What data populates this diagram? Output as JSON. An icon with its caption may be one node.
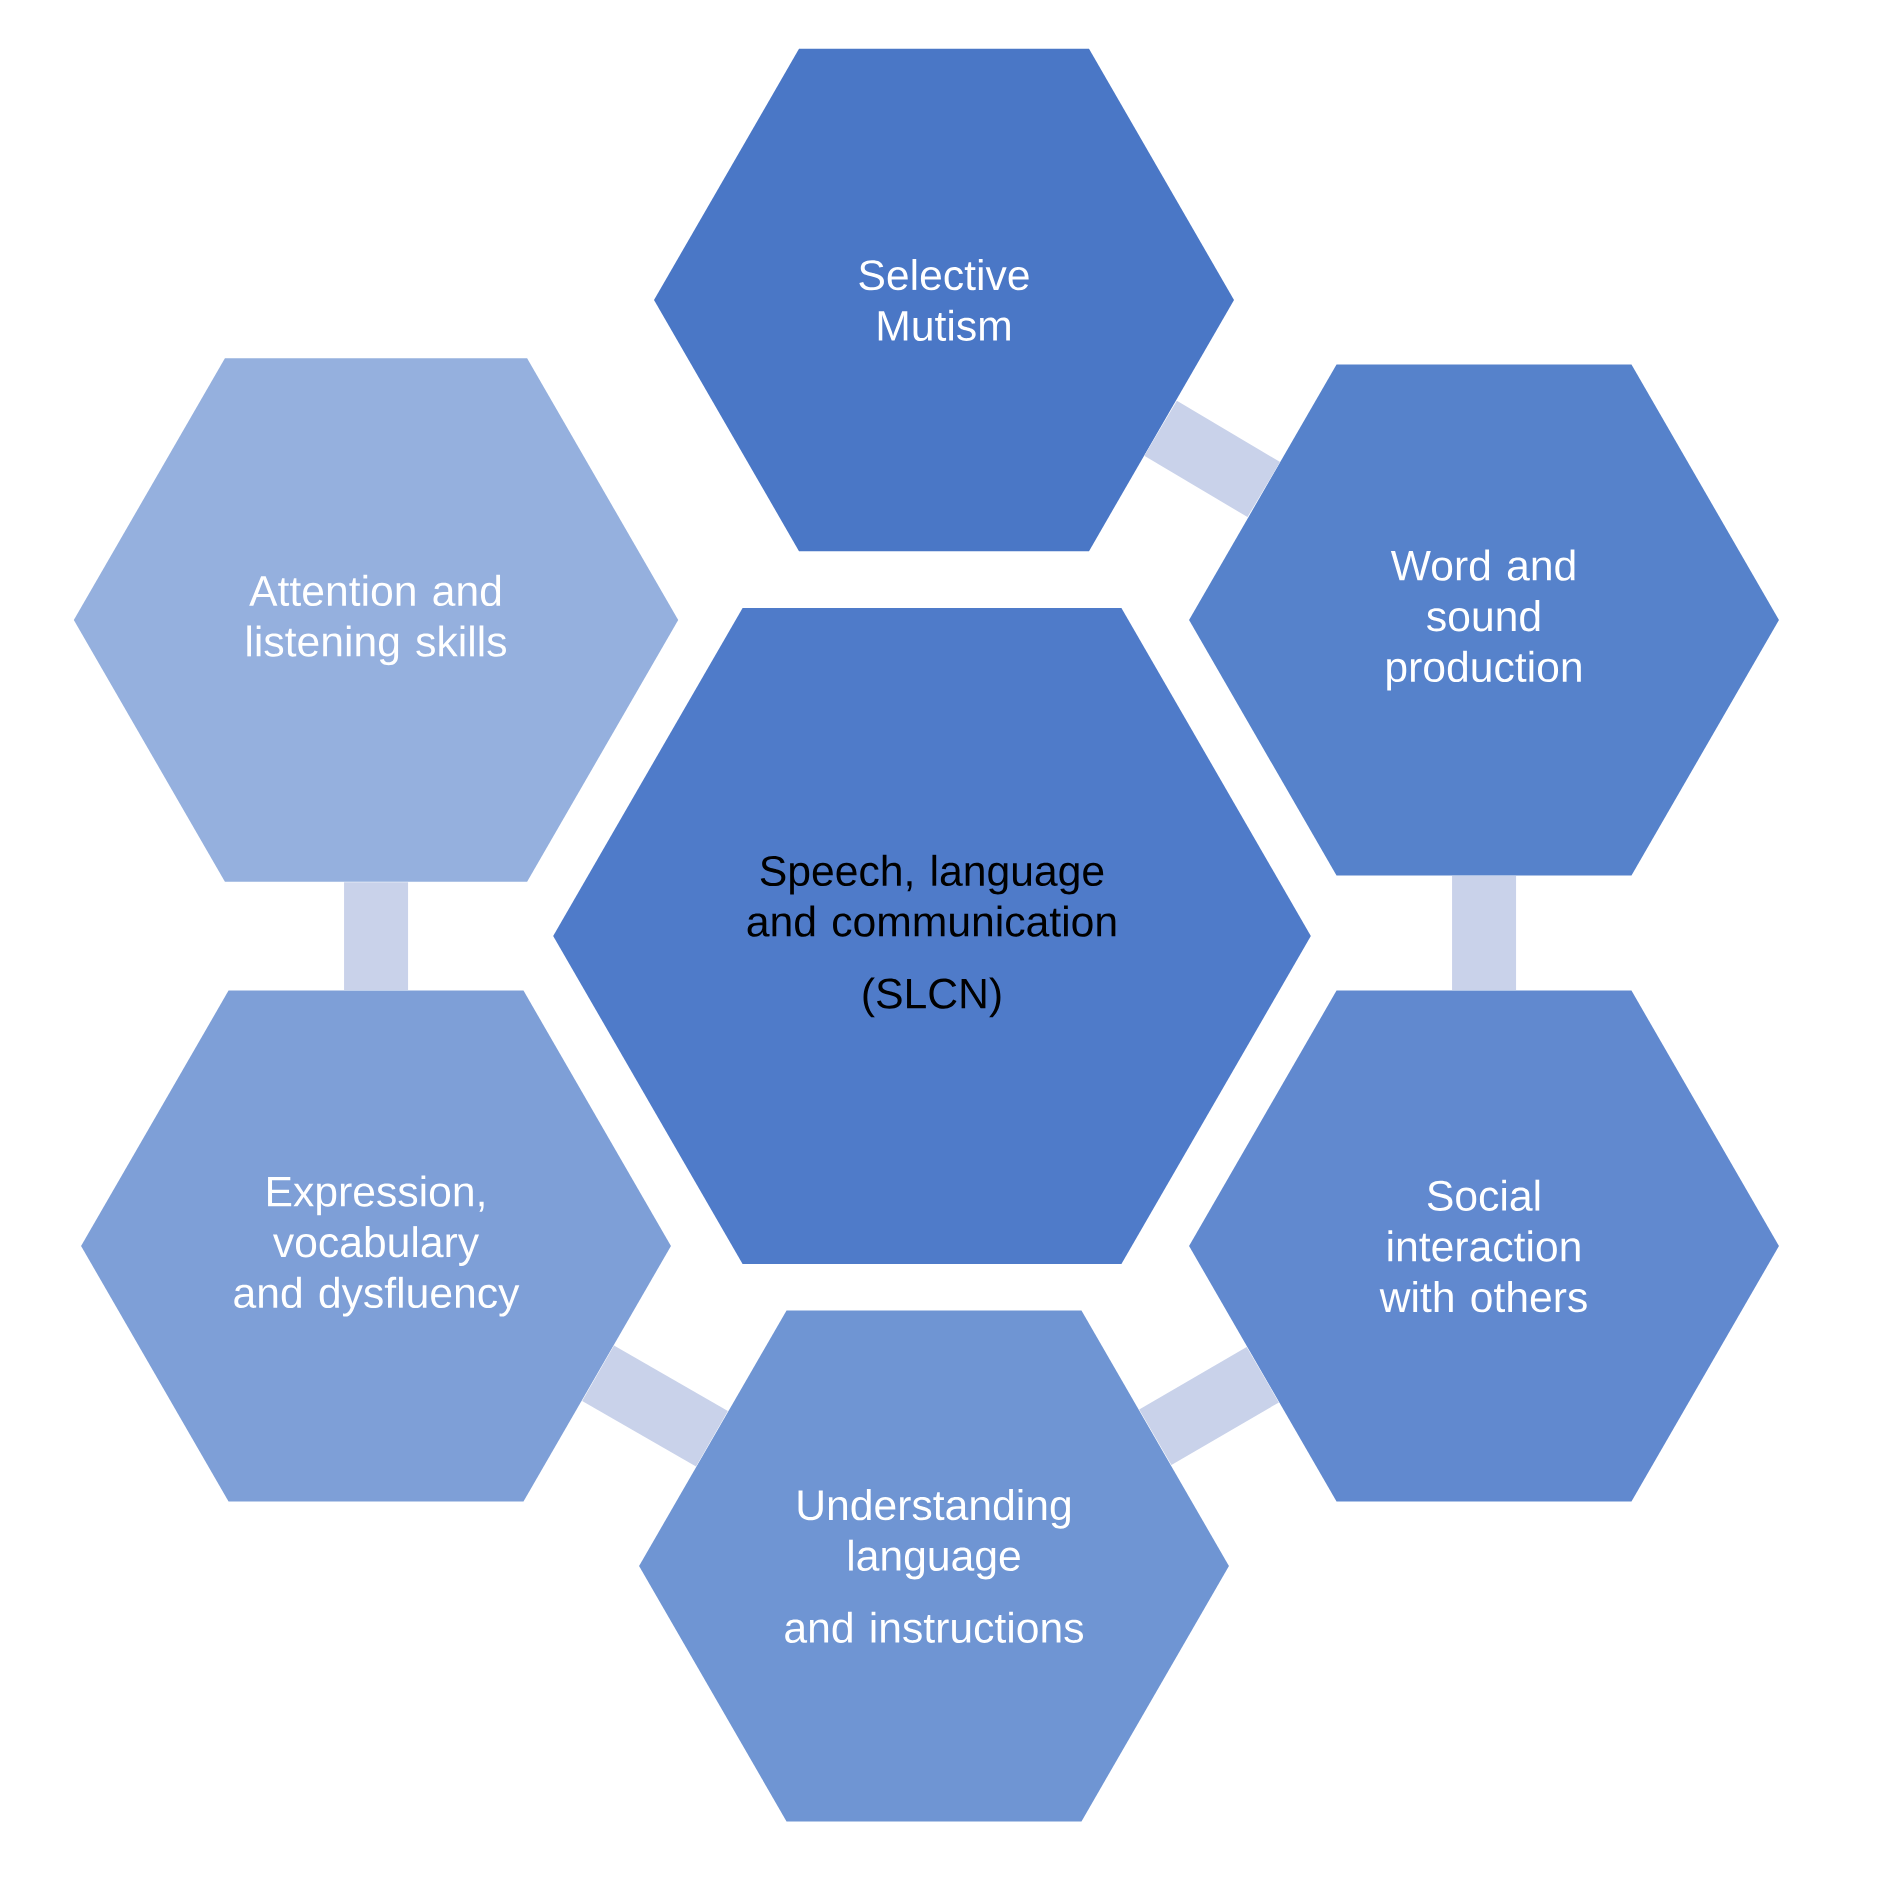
{
  "diagram": {
    "nodes": [
      {
        "text": [
          "Speech, language and communication",
          "(SLCN)"
        ]
      },
      {
        "text": [
          "Selective Mutism"
        ]
      },
      {
        "text": [
          "Word and sound production"
        ]
      },
      {
        "text": [
          "Social interaction with others"
        ]
      },
      {
        "text": [
          "Understanding language",
          "and instructions"
        ]
      },
      {
        "text": [
          "Expression, vocabulary and dysfluency"
        ]
      },
      {
        "text": [
          "Attention and listening skills"
        ]
      }
    ],
    "edges": [
      {
        "from": 1,
        "to": 2,
        "arrow": "none"
      },
      {
        "from": 2,
        "to": 3,
        "arrow": "none"
      },
      {
        "from": 3,
        "to": 4,
        "arrow": "none"
      },
      {
        "from": 4,
        "to": 5,
        "arrow": "none"
      },
      {
        "from": 5,
        "to": 6,
        "arrow": "none"
      }
    ]
  }
}
